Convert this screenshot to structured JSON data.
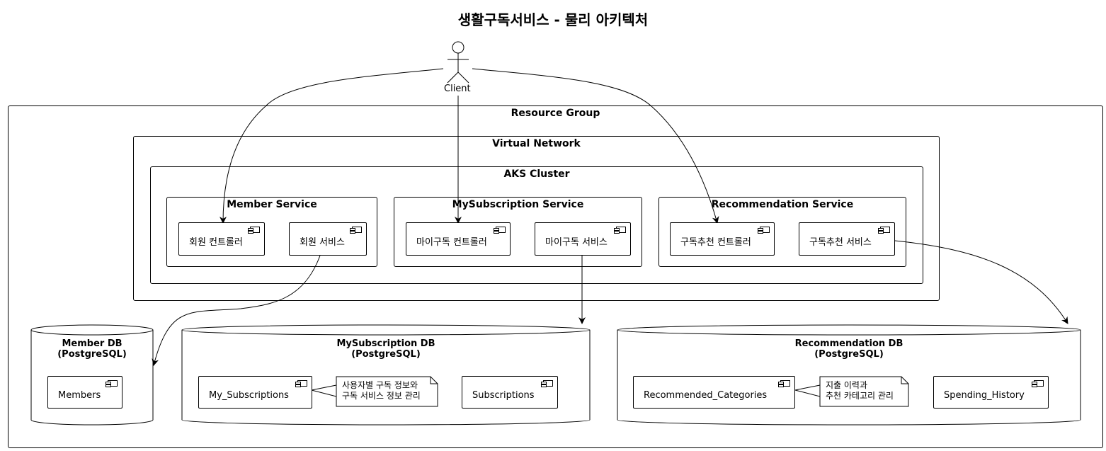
{
  "title": "생활구독서비스 - 물리 아키텍처",
  "actor": {
    "label": "Client"
  },
  "groups": {
    "resource_group": "Resource Group",
    "virtual_network": "Virtual Network",
    "aks_cluster": "AKS Cluster",
    "member_service": "Member Service",
    "mysubscription_service": "MySubscription Service",
    "recommendation_service": "Recommendation Service"
  },
  "components": {
    "member_controller": "회원 컨트롤러",
    "member_service": "회원 서비스",
    "mysub_controller": "마이구독 컨트롤러",
    "mysub_service": "마이구독 서비스",
    "rec_controller": "구독추천 컨트롤러",
    "rec_service": "구독추천 서비스"
  },
  "databases": {
    "member_db": {
      "line1": "Member DB",
      "line2": "(PostgreSQL)",
      "tables": [
        "Members"
      ]
    },
    "mysub_db": {
      "line1": "MySubscription DB",
      "line2": "(PostgreSQL)",
      "tables": [
        "My_Subscriptions",
        "Subscriptions"
      ]
    },
    "rec_db": {
      "line1": "Recommendation DB",
      "line2": "(PostgreSQL)",
      "tables": [
        "Recommended_Categories",
        "Spending_History"
      ]
    }
  },
  "notes": {
    "mysub_note": {
      "line1": "사용자별 구독 정보와",
      "line2": "구독 서비스 정보 관리"
    },
    "rec_note": {
      "line1": "지출 이력과",
      "line2": "추천 카테고리 관리"
    }
  }
}
